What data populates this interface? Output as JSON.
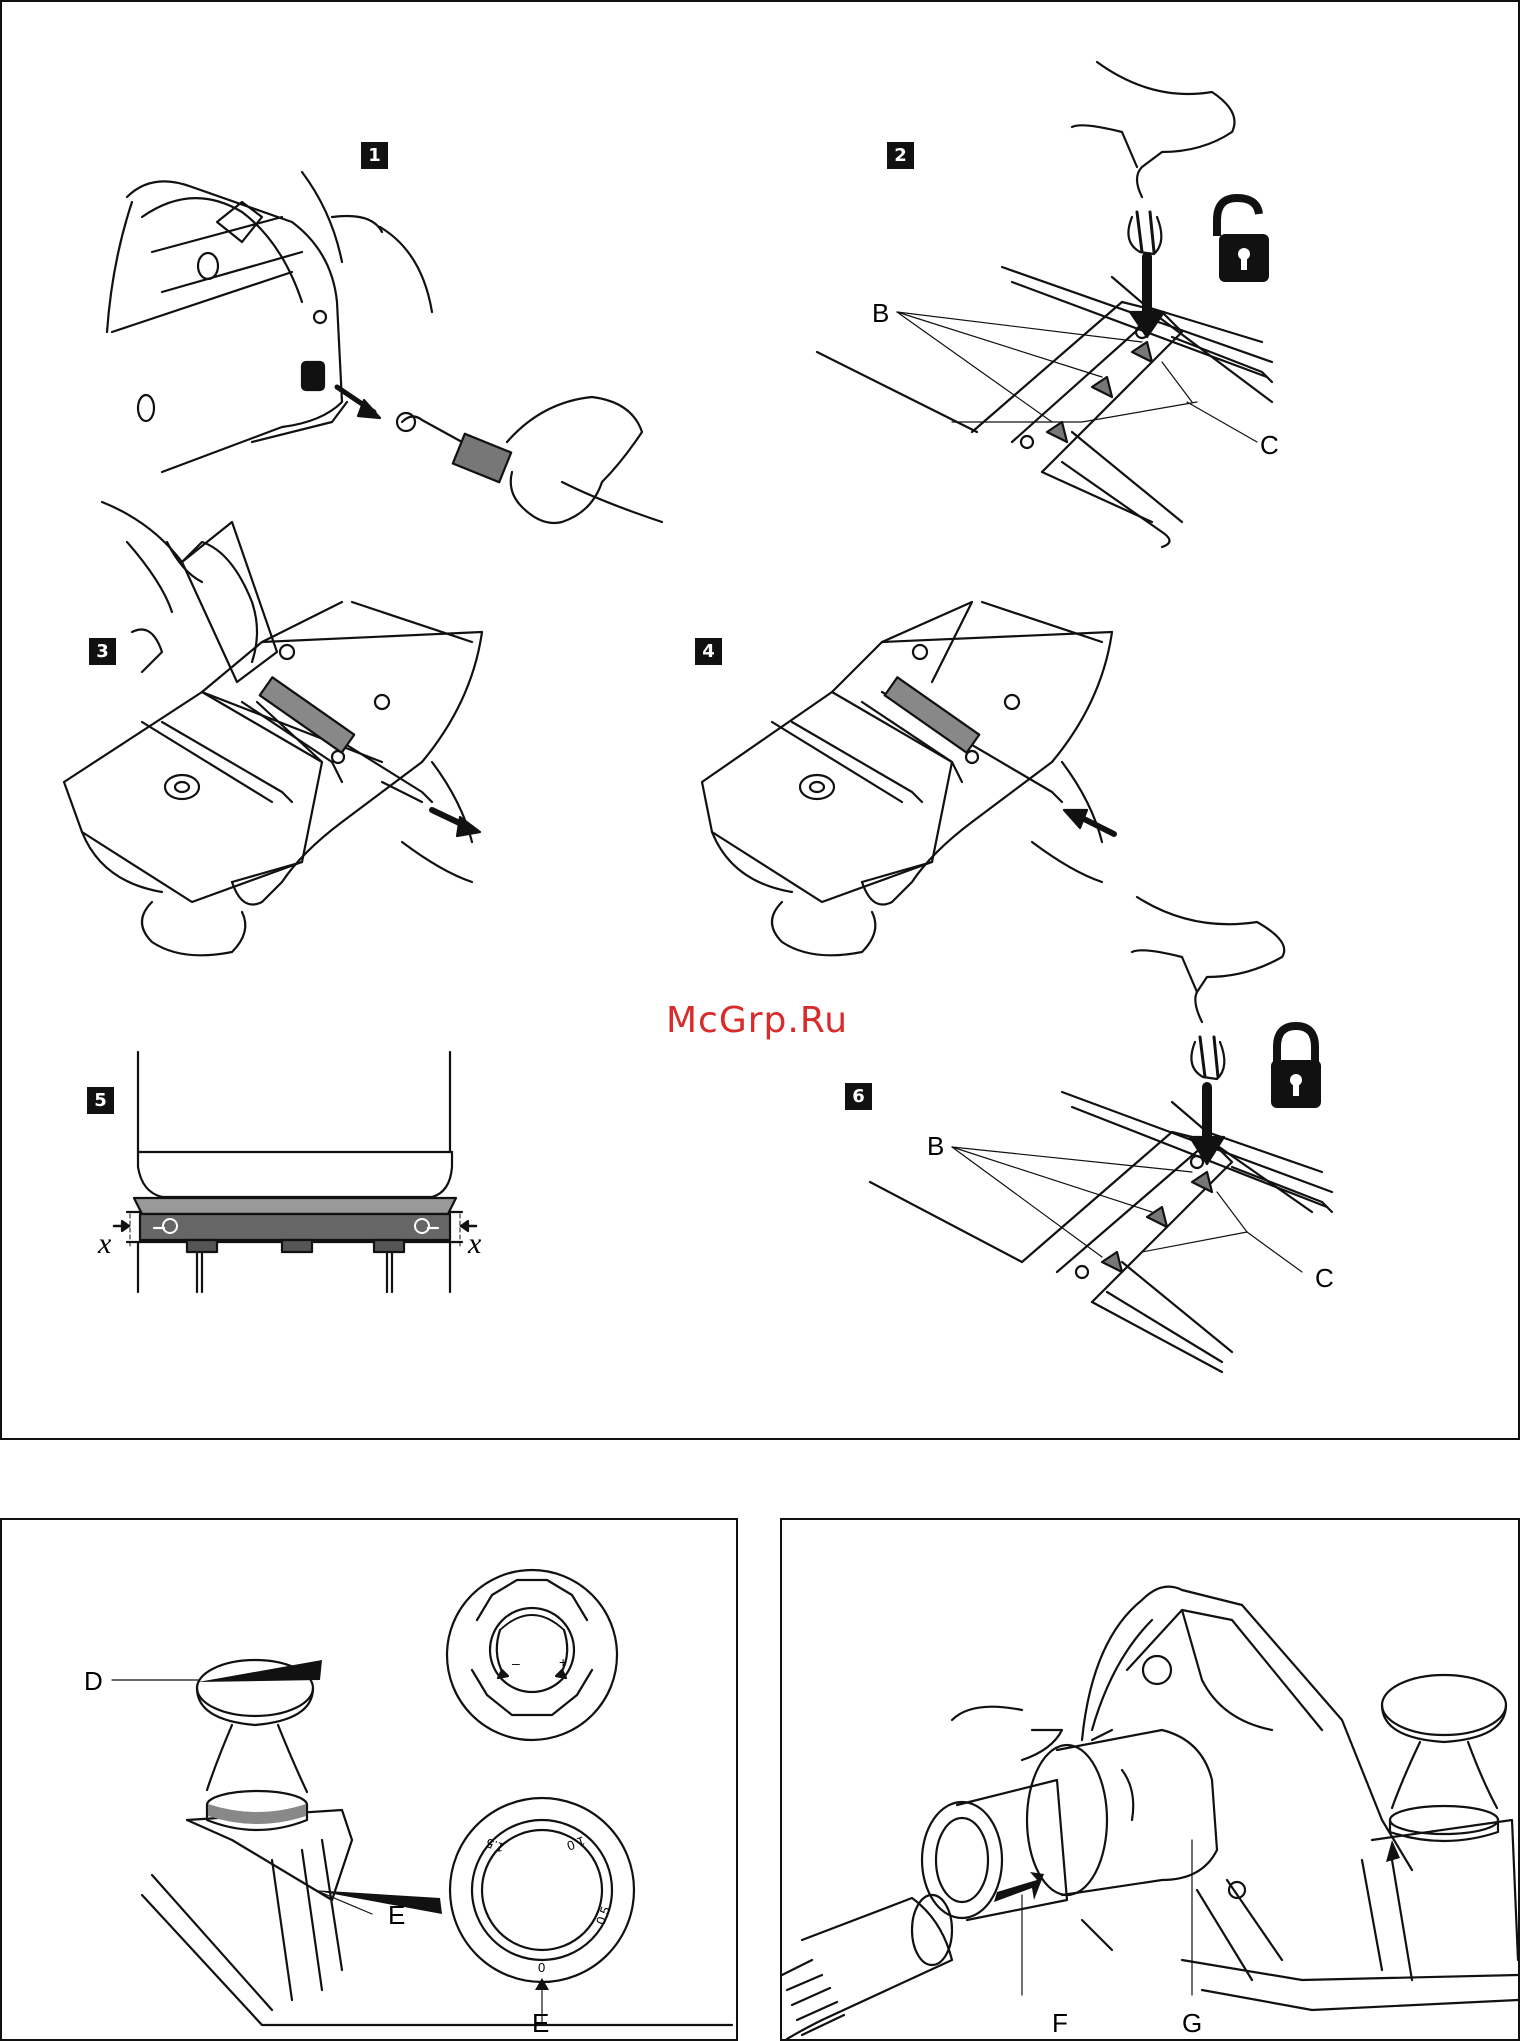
{
  "watermark": "McGrp.Ru",
  "top_panel": {
    "steps": [
      {
        "number": "1"
      },
      {
        "number": "2",
        "labels": [
          "B",
          "C"
        ]
      },
      {
        "number": "3"
      },
      {
        "number": "4"
      },
      {
        "number": "5",
        "labels": [
          "x",
          "x"
        ]
      },
      {
        "number": "6",
        "labels": [
          "B",
          "C"
        ]
      }
    ]
  },
  "depth_panel": {
    "labels": {
      "knob": "D",
      "ring": "E",
      "scale_pointer": "E"
    },
    "knob_symbols": {
      "minus": "–",
      "plus": "+"
    },
    "scale_ticks": [
      "1.5",
      "1.0",
      "0.5",
      "0"
    ]
  },
  "dust_panel": {
    "labels": {
      "adapter": "F",
      "bag_port": "G"
    }
  },
  "icons": {
    "unlock": "padlock-open-icon",
    "lock": "padlock-closed-icon"
  }
}
